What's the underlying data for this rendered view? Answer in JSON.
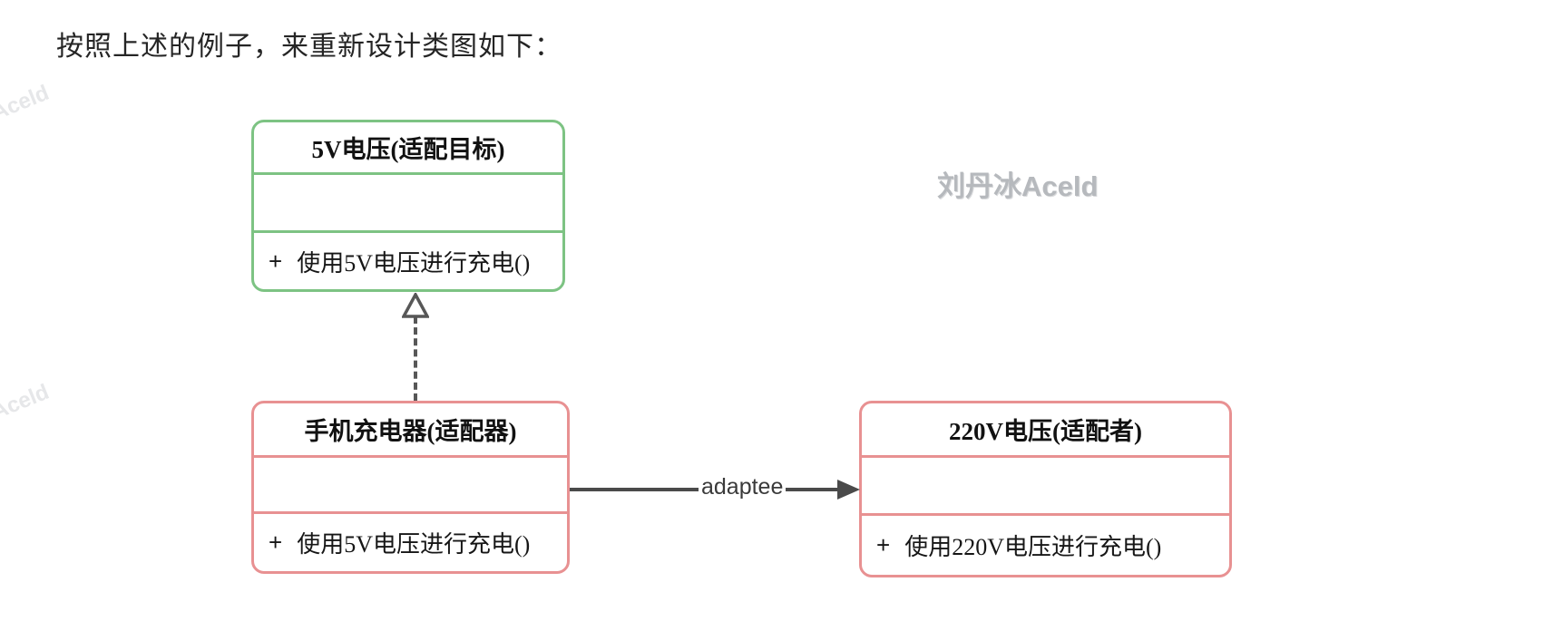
{
  "heading": "按照上述的例子，来重新设计类图如下：",
  "watermarks": {
    "center": "刘丹冰Aceld",
    "side_top": "Aceld",
    "side_bottom": "Aceld"
  },
  "diagram": {
    "classes": [
      {
        "id": "target",
        "title": "5V电压(适配目标)",
        "method": {
          "visibility": "+",
          "signature": "使用5V电压进行充电()"
        }
      },
      {
        "id": "adapter",
        "title": "手机充电器(适配器)",
        "method": {
          "visibility": "+",
          "signature": "使用5V电压进行充电()"
        }
      },
      {
        "id": "adaptee",
        "title": "220V电压(适配者)",
        "method": {
          "visibility": "+",
          "signature": "使用220V电压进行充电()"
        }
      }
    ],
    "relations": [
      {
        "type": "realization",
        "from": "手机充电器(适配器)",
        "to": "5V电压(适配目标)",
        "label": ""
      },
      {
        "type": "association",
        "from": "手机充电器(适配器)",
        "to": "220V电压(适配者)",
        "label": "adaptee"
      }
    ],
    "colors": {
      "target_border": "#7dc383",
      "adapter_border": "#e89192",
      "adaptee_border": "#e89192",
      "arrow": "#4a4a4a",
      "watermark": "#b6b9bd"
    }
  }
}
